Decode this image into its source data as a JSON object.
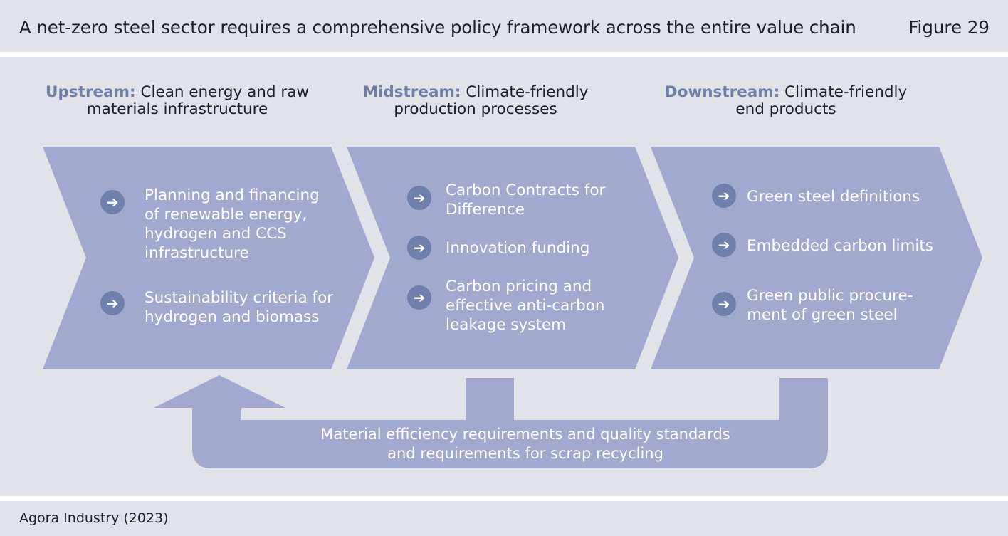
{
  "header": {
    "title": "A net-zero steel sector requires a comprehensive policy framework across the entire value chain",
    "figure_label": "Figure 29"
  },
  "stages": [
    {
      "keyword": "Upstream:",
      "heading_line1": "Clean energy and raw",
      "heading_line2": "materials infrastructure",
      "items": [
        "Planning and financing of renewable energy, hydrogen and CCS infrastructure",
        "Sustainability criteria for hydrogen and biomass"
      ]
    },
    {
      "keyword": "Midstream:",
      "heading_line1": "Climate-friendly",
      "heading_line2": "production processes",
      "items": [
        "Carbon Contracts for Difference",
        "Innovation funding",
        "Carbon pricing and effective anti-carbon leakage system"
      ]
    },
    {
      "keyword": "Downstream:",
      "heading_line1": "Climate-friendly",
      "heading_line2": "end products",
      "items": [
        "Green steel definitions",
        "Embedded carbon limits",
        "Green public procure-ment of green steel"
      ]
    }
  ],
  "loop": {
    "line1": "Material efficiency requirements and quality standards",
    "line2": "and requirements for scrap recycling"
  },
  "footer": {
    "source": "Agora Industry (2023)"
  },
  "icons": {
    "bullet": "arrow-right-icon",
    "bullet_glyph": "➔"
  },
  "colors": {
    "background_band": "#e1e3e9",
    "chevron_fill": "#a1aace",
    "bullet_circle": "#717fac",
    "keyword": "#6f7ea5",
    "text_dark": "#1b1e2b"
  }
}
